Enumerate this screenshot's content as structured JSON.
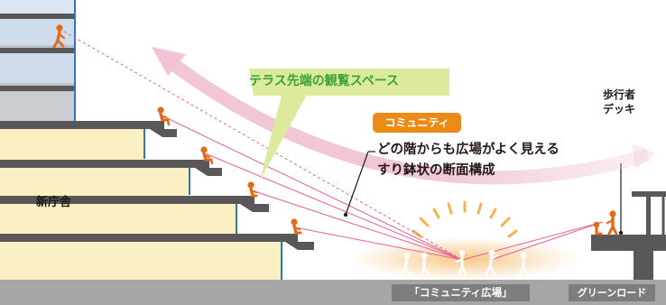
{
  "callout": {
    "text": "テラス先端の観覧スペース"
  },
  "community": {
    "badge": "コミュニティ",
    "description": "どの階からも広場がよく見える\nすり鉢状の断面構成"
  },
  "deck_label": "歩行者\nデッキ",
  "building_label": "新庁舎",
  "plaza_label": "「コミュニティ広場」",
  "road_label": "グリーンロード",
  "colors": {
    "sightline": "#e2609a",
    "person": "#e46a1a",
    "arc": "#f0c4d6",
    "floor": "#595757",
    "building_fill": "#fbf0c3",
    "glass": "#2f77bd",
    "ground": "#a6a6a6",
    "callout_text": "#3aa236",
    "callout_fill": "#dcea9c",
    "badge": "#ec8a15",
    "glow": "#f5c27a"
  }
}
